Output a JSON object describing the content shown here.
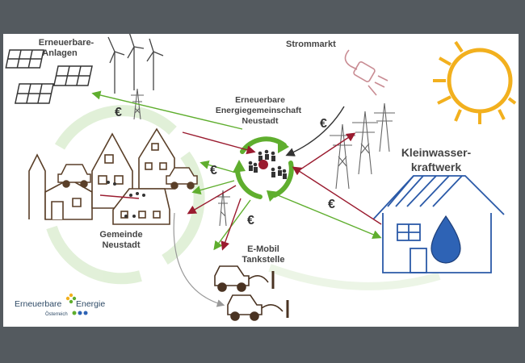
{
  "labels": {
    "renewables": [
      "Erneuerbare-",
      "Anlagen"
    ],
    "market": "Strommarkt",
    "community": [
      "Erneuerbare",
      "Energiegemeinschaft",
      "Neustadt"
    ],
    "hydro": [
      "Kleinwasser-",
      "kraftwerk"
    ],
    "municipality": [
      "Gemeinde",
      "Neustadt"
    ],
    "charging": [
      "E-Mobil",
      "Tankstelle"
    ],
    "currency": "€"
  },
  "logo": {
    "line1a": "Erneuerbare",
    "line1b": "Energie",
    "line2": "Österreich"
  },
  "colors": {
    "frame": "#545a5f",
    "green_arrow": "#5fae2e",
    "red_arrow": "#9a1b2f",
    "dark_arrow": "#333333",
    "sun": "#f2b01e",
    "hydro_house": "#2b5aa8",
    "drop": "#2e63b5",
    "houses": "#6b4a2e",
    "plug": "#c98c93"
  },
  "icons": [
    "solar-panel-icon",
    "wind-turbine-icon",
    "power-pylon-icon",
    "electric-plug-icon",
    "sun-icon",
    "house-icon",
    "car-icon",
    "water-drop-icon",
    "recycle-icon",
    "people-icon",
    "charging-station-icon"
  ]
}
